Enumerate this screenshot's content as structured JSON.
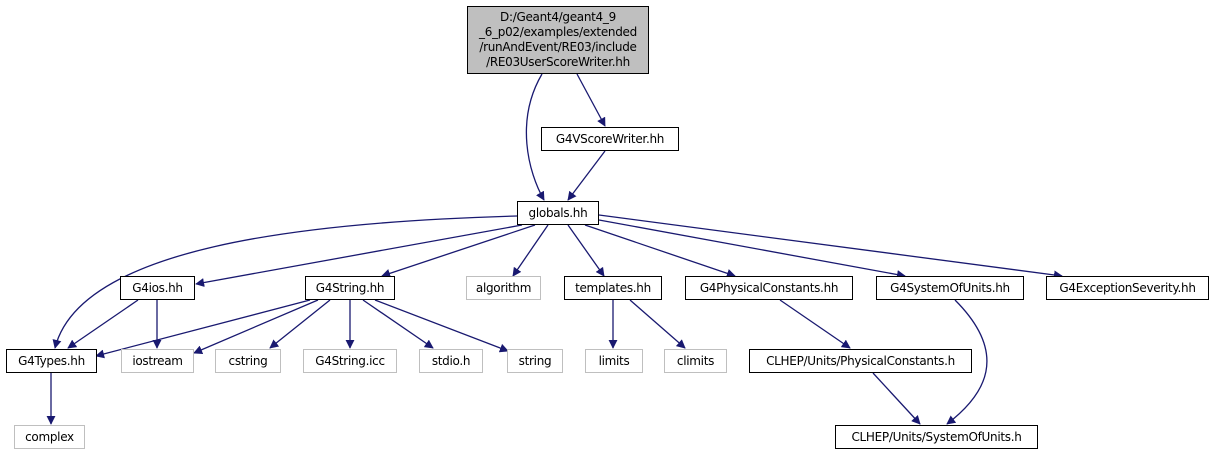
{
  "colors": {
    "edge": "#191970",
    "border": "#000000",
    "ghost_border": "#bfbfbf",
    "root_fill": "#bfbfbf"
  },
  "root": {
    "lines": [
      "D:/Geant4/geant4_9",
      "_6_p02/examples/extended",
      "/runAndEvent/RE03/include",
      "/RE03UserScoreWriter.hh"
    ]
  },
  "nodes": {
    "g4vscorewriter": "G4VScoreWriter.hh",
    "globals": "globals.hh",
    "g4ios": "G4ios.hh",
    "g4string": "G4String.hh",
    "algorithm": "algorithm",
    "templates": "templates.hh",
    "g4physicalconstants": "G4PhysicalConstants.hh",
    "g4systemofunits": "G4SystemOfUnits.hh",
    "g4exceptionseverity": "G4ExceptionSeverity.hh",
    "g4types": "G4Types.hh",
    "iostream": "iostream",
    "cstring": "cstring",
    "g4stringicc": "G4String.icc",
    "stdioh": "stdio.h",
    "string": "string",
    "limits": "limits",
    "climits": "climits",
    "clhep_physicalconstants": "CLHEP/Units/PhysicalConstants.h",
    "complex": "complex",
    "clhep_systemofunits": "CLHEP/Units/SystemOfUnits.h"
  }
}
